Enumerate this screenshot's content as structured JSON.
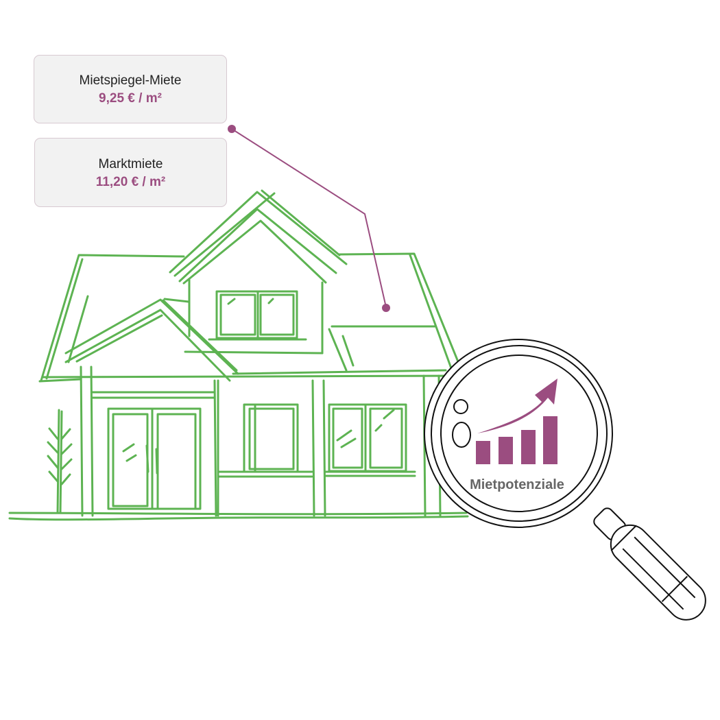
{
  "cards": {
    "mietspiegel": {
      "label": "Mietspiegel-Miete",
      "value": "9,25 € / m²"
    },
    "markt": {
      "label": "Marktmiete",
      "value": "11,20 € / m²"
    }
  },
  "magnifier": {
    "label": "Mietpotenziale",
    "icon": "growth-chart-icon"
  },
  "colors": {
    "house_stroke": "#5db352",
    "accent": "#9b4d80",
    "text_dark": "#222222",
    "text_grey": "#666666"
  }
}
